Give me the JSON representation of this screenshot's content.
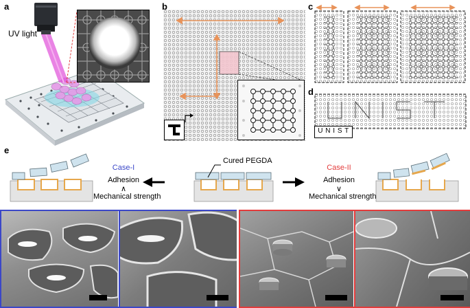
{
  "panels": {
    "a": {
      "label": "a",
      "uv_label": "UV light"
    },
    "b": {
      "label": "b"
    },
    "c": {
      "label": "c"
    },
    "d": {
      "label": "d",
      "logo_text": "U N I S T"
    },
    "e": {
      "label": "e",
      "case1": {
        "title": "Case-I",
        "line1": "Adhesion",
        "relation": "∧",
        "line2": "Mechanical strength"
      },
      "center_label": "Cured PEGDA",
      "case2": {
        "title": "Case-II",
        "line1": "Adhesion",
        "relation": "∨",
        "line2": "Mechanical strength"
      }
    }
  },
  "colors": {
    "arrow_orange": "#e8935a",
    "case1": "#3b47c8",
    "case2": "#e33b3b",
    "substrate_orange": "#e6a74c",
    "pegda_blue": "#cfe3ee",
    "pink_highlight": "#f4c6cf"
  }
}
